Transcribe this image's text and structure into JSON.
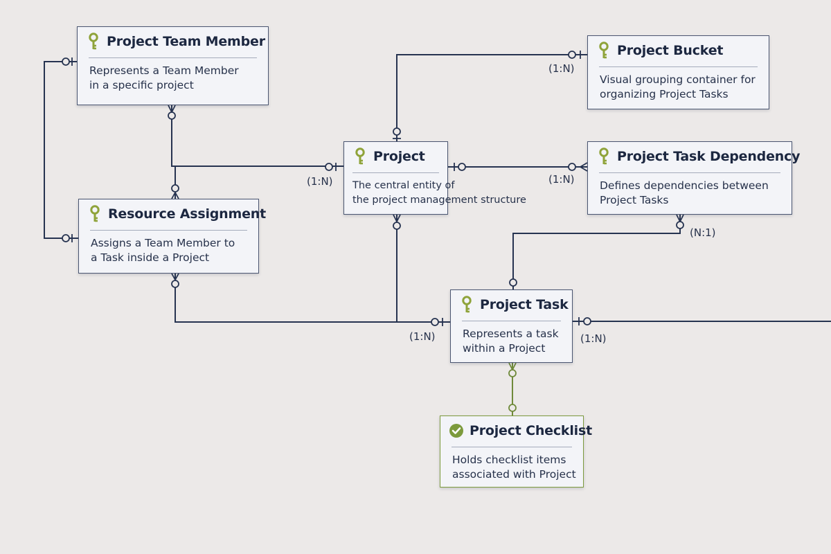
{
  "colors": {
    "background": "#ece9e8",
    "entity_fill": "#f3f4f8",
    "entity_border": "#4a5570",
    "connector": "#263350",
    "accent_green": "#7c9a3c"
  },
  "entities": {
    "project_team_member": {
      "title": "Project Team Member",
      "icon": "key-icon",
      "desc1": "Represents a Team Member",
      "desc2": "in a specific project"
    },
    "project_bucket": {
      "title": "Project Bucket",
      "icon": "key-icon",
      "desc1": "Visual grouping container for",
      "desc2": "organizing Project Tasks"
    },
    "project": {
      "title": "Project",
      "icon": "key-icon",
      "desc1": "The central entity of",
      "desc2": "the project management structure"
    },
    "project_task_dependency": {
      "title": "Project Task Dependency",
      "icon": "key-icon",
      "desc1": "Defines dependencies between",
      "desc2": "Project Tasks"
    },
    "resource_assignment": {
      "title": "Resource Assignment",
      "icon": "key-icon",
      "desc1": "Assigns a Team Member to",
      "desc2": "a Task inside a Project"
    },
    "project_task": {
      "title": "Project Task",
      "icon": "key-icon",
      "desc1": "Represents a task",
      "desc2": "within a Project"
    },
    "project_checklist": {
      "title": "Project Checklist",
      "icon": "check-circle-icon",
      "desc1": "Holds checklist items",
      "desc2": "associated with Project"
    }
  },
  "cardinalities": {
    "bucket": "(1:N)",
    "project_left": "(1:N)",
    "dependency": "(1:N)",
    "dependency_task": "(N:1)",
    "task_left": "(1:N)",
    "task_right": "(1:N)"
  }
}
